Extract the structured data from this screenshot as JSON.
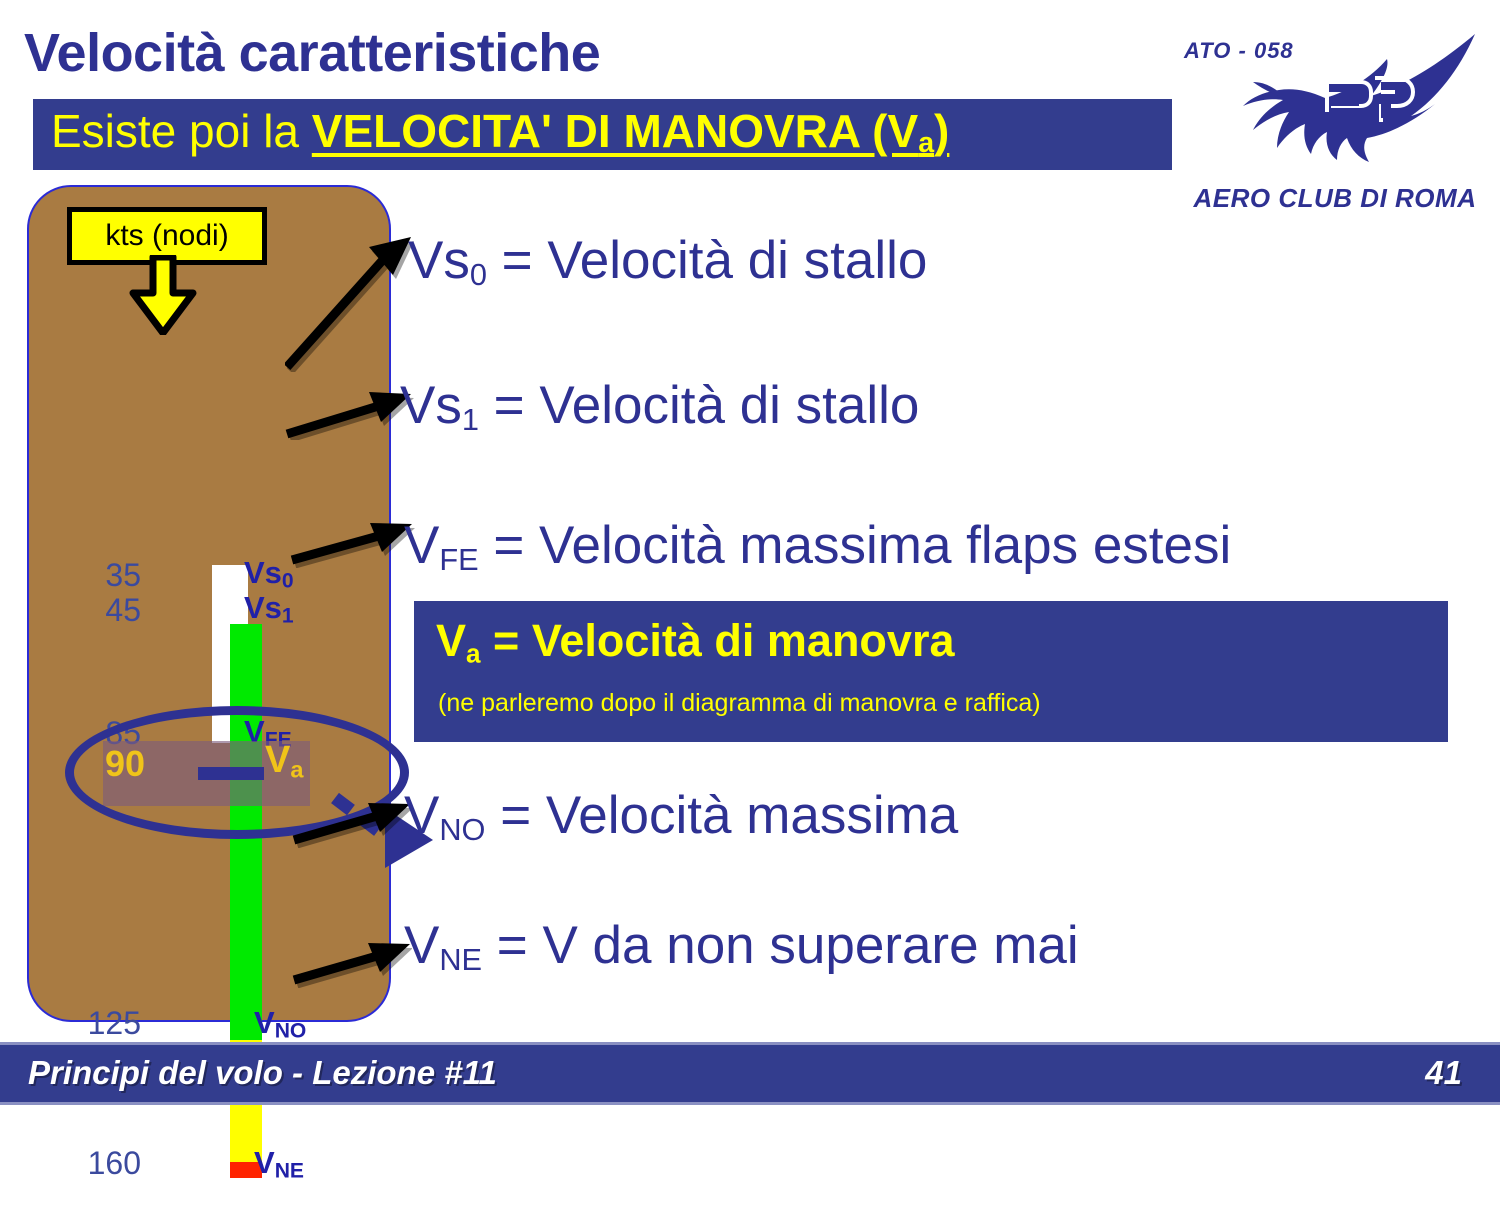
{
  "slide": {
    "title": "Velocità caratteristiche",
    "headline": {
      "lead": "Esiste poi la ",
      "emphasis": "VELOCITA' DI MANOVRA (V",
      "emphasis_sub": "a",
      "emphasis_tail": ")"
    }
  },
  "logo": {
    "ato_code": "ATO - 058",
    "org_name": "AERO CLUB DI ROMA",
    "monogram": "ar",
    "accent_color": "#2E3192"
  },
  "speed_panel": {
    "unit_label": "kts (nodi)",
    "panel_color": "#A97B42",
    "border_color": "#2b2bd6",
    "ticks": [
      {
        "value": "35",
        "code": "Vs",
        "code_sub": "0"
      },
      {
        "value": "45",
        "code": "Vs",
        "code_sub": "1"
      },
      {
        "value": "85",
        "code": "V",
        "code_sub": "FE"
      },
      {
        "value": "125",
        "code": "V",
        "code_sub": "NO"
      },
      {
        "value": "160",
        "code": "V",
        "code_sub": "NE"
      }
    ],
    "highlight": {
      "value": "90",
      "code": "V",
      "code_sub": "a",
      "marker_color": "#2E3192",
      "ellipse_color": "#2E3192",
      "value_color": "#F0C419"
    },
    "tape_colors": {
      "white": "#FFFFFF",
      "green": "#00EA00",
      "yellow": "#FFFF00",
      "red": "#FF2400"
    }
  },
  "definitions": [
    {
      "code": "Vs",
      "sub": "0",
      "text": " = Velocità di stallo"
    },
    {
      "code": "Vs",
      "sub": "1",
      "text": " = Velocità di stallo"
    },
    {
      "code": "V",
      "sub": "FE",
      "text": " = Velocità massima flaps estesi"
    },
    {
      "code": "V",
      "sub": "NO",
      "text": " = Velocità massima"
    },
    {
      "code": "V",
      "sub": "NE",
      "text": " = V da non superare mai"
    }
  ],
  "va_callout": {
    "code": "V",
    "code_sub": "a",
    "title_tail": " = Velocità di manovra",
    "note": "(ne parleremo dopo il diagramma di manovra e raffica)",
    "box_color": "#333D8E",
    "text_color": "#FFFF00"
  },
  "footer": {
    "left": "Principi del volo - Lezione #11",
    "page": "41",
    "bar_color": "#333D8E"
  }
}
